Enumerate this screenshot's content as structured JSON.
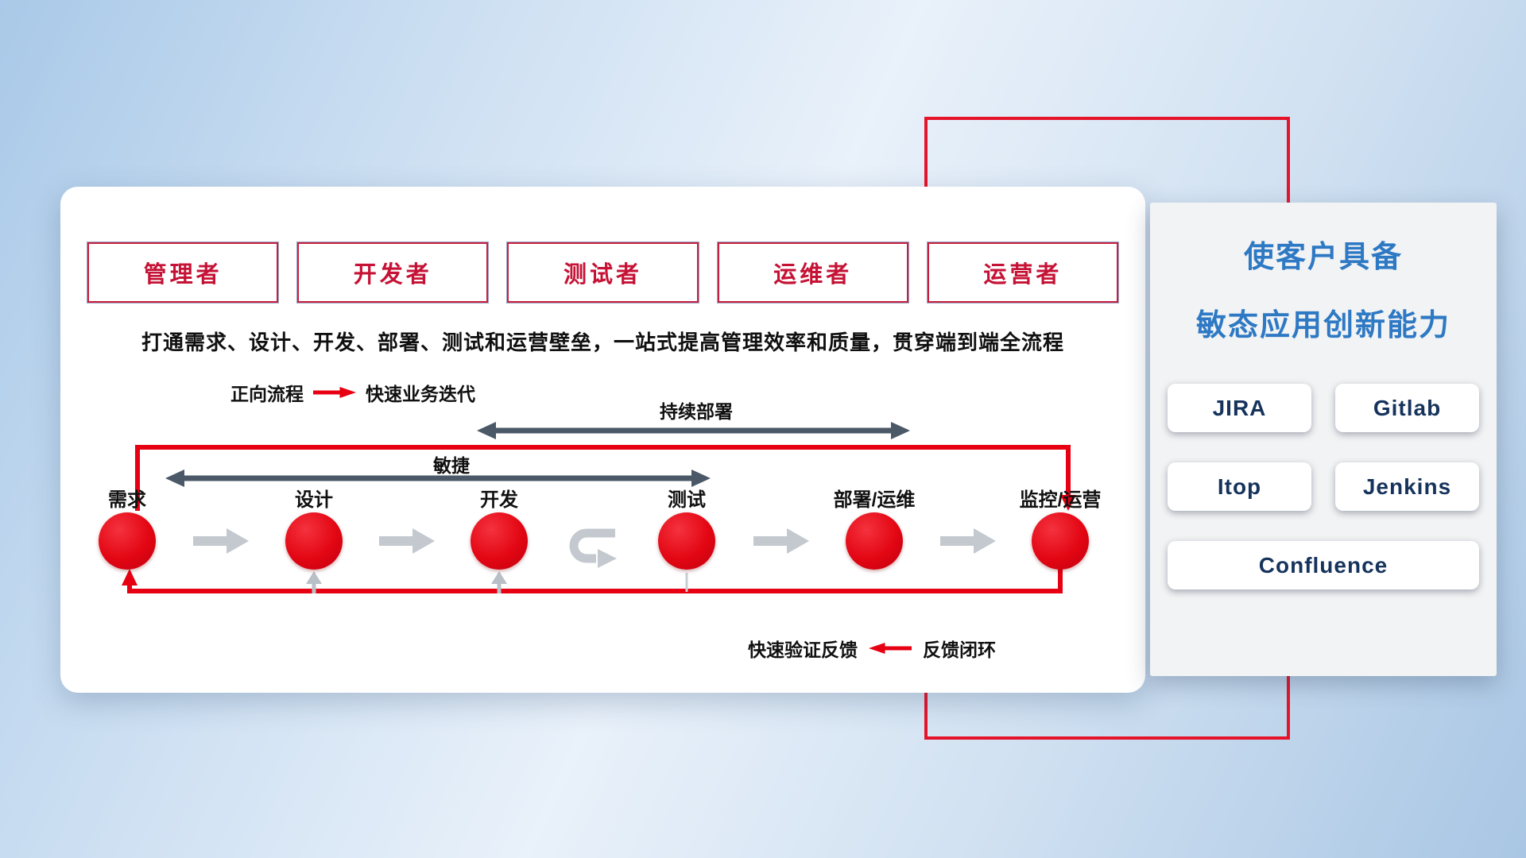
{
  "card": {
    "roles": [
      "管理者",
      "开发者",
      "测试者",
      "运维者",
      "运营者"
    ],
    "description": "打通需求、设计、开发、部署、测试和运营壁垒，一站式提高管理效率和质量，贯穿端到端全流程",
    "legend_forward": {
      "label": "正向流程",
      "value": "快速业务迭代"
    },
    "cd_label": "持续部署",
    "agile_label": "敏捷",
    "stages": [
      "需求",
      "设计",
      "开发",
      "测试",
      "部署/运维",
      "监控/运营"
    ],
    "legend_feedback": {
      "label": "快速验证反馈",
      "value": "反馈闭环"
    }
  },
  "panel": {
    "title_line1": "使客户具备",
    "title_line2": "敏态应用创新能力",
    "tools": [
      "JIRA",
      "Gitlab",
      "Itop",
      "Jenkins",
      "Confluence"
    ]
  },
  "colors": {
    "accent_red": "#e60012",
    "frame_red": "#e5142a",
    "role_text_red": "#c51235",
    "dark_arrow": "#4a5868",
    "gray_arrow": "#c3c9cf",
    "panel_title_blue": "#2e79c4",
    "tool_text_navy": "#16335c"
  }
}
